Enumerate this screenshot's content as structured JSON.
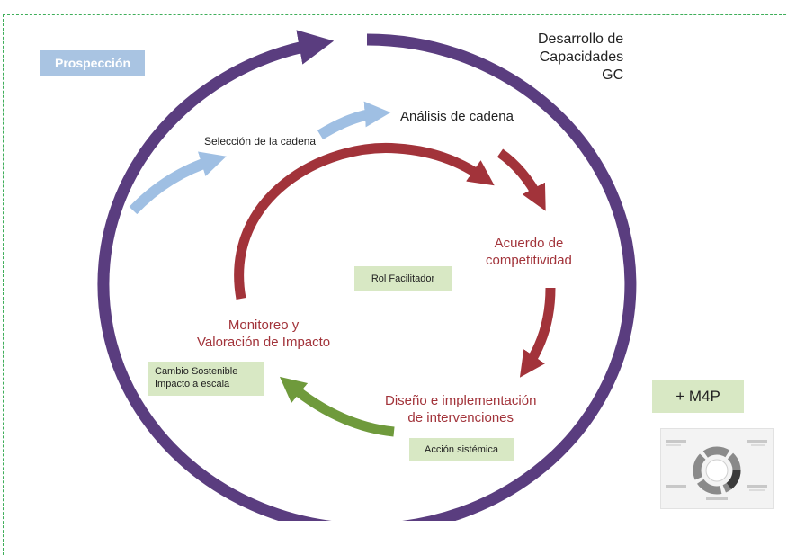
{
  "prospeccion": "Prospección",
  "gc": {
    "line1": "Desarrollo de",
    "line2": "Capacidades",
    "line3": "GC"
  },
  "analisis": "Análisis de cadena",
  "seleccion": "Selección de la cadena",
  "acuerdo": {
    "line1": "Acuerdo de",
    "line2": "competitividad"
  },
  "rol": "Rol Facilitador",
  "monitoreo": {
    "line1": "Monitoreo y",
    "line2": "Valoración de Impacto"
  },
  "cambio": {
    "line1": "Cambio Sostenible",
    "line2": "Impacto a escala"
  },
  "diseno": {
    "line1": "Diseño e implementación",
    "line2": "de intervenciones"
  },
  "accion": "Acción sistémica",
  "m4p": "+ M4P",
  "colors": {
    "outer_circle": "#5a3d7f",
    "inner_cycle": "#a2333a",
    "light_blue": "#9fbfe3",
    "green_arrow": "#6f9a3c",
    "green_box": "#d8e8c4"
  },
  "icons": [
    "m4p-diagram-thumbnail"
  ]
}
